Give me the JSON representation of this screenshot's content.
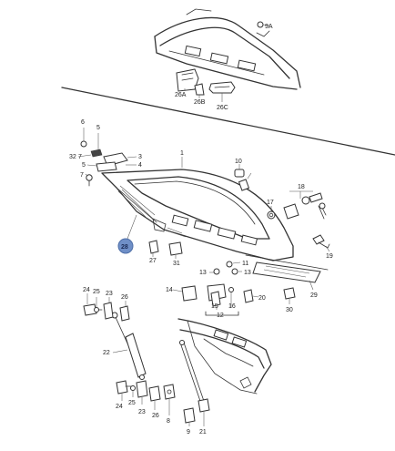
{
  "highlight": {
    "label": "28",
    "color": "#6f8fc7"
  },
  "labels": {
    "l1": "1",
    "l3": "3",
    "l4": "4",
    "l5a": "5",
    "l5b": "5",
    "l6": "6",
    "l7": "7",
    "l8": "8",
    "l9": "9",
    "l9a": "9A",
    "l10": "10",
    "l11": "11",
    "l12": "12",
    "l13a": "13",
    "l13b": "13",
    "l14": "14",
    "l15": "15",
    "l16": "16",
    "l17": "17",
    "l18": "18",
    "l19": "19",
    "l20": "20",
    "l21": "21",
    "l22": "22",
    "l23a": "23",
    "l23b": "23",
    "l24a": "24",
    "l24b": "24",
    "l25a": "25",
    "l25b": "25",
    "l26a": "26",
    "l26b": "26",
    "l26A": "26A",
    "l26B": "26B",
    "l26C": "26C",
    "l27": "27",
    "l29": "29",
    "l30": "30",
    "l31": "31",
    "l32": "32",
    "l7b": "7"
  }
}
